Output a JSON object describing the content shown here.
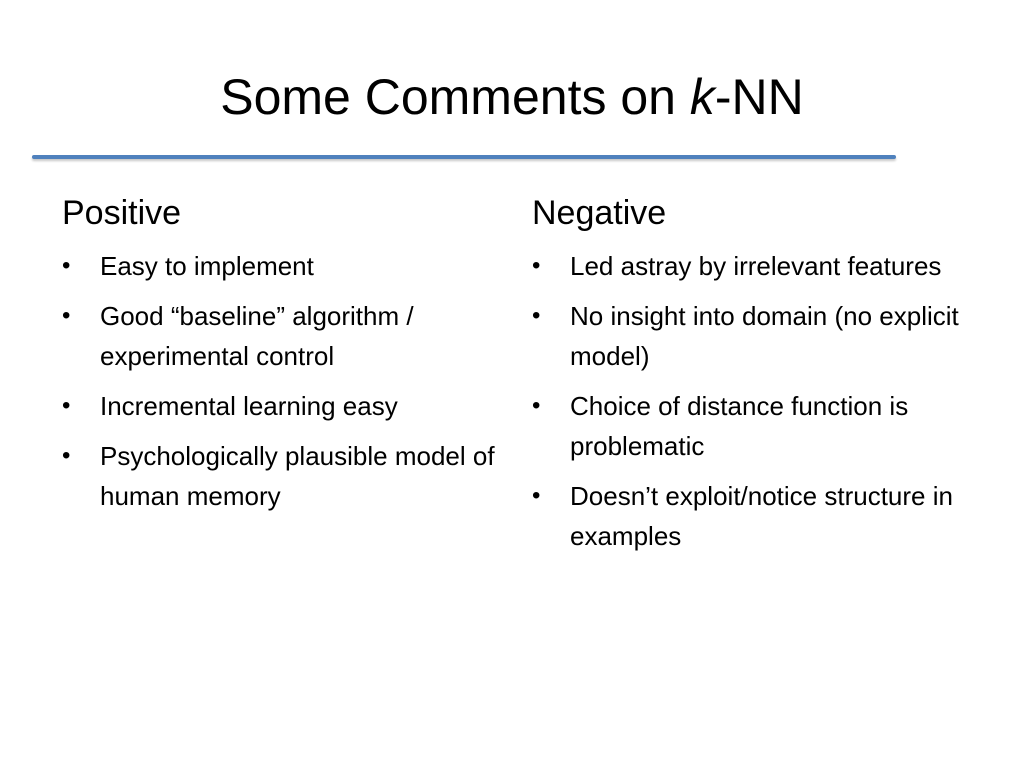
{
  "slide": {
    "title_prefix": "Some Comments on ",
    "title_italic": "k",
    "title_suffix": "-NN",
    "rule_color": "#4f81bd",
    "columns": [
      {
        "heading": "Positive",
        "items": [
          "Easy to implement",
          "Good “baseline” algorithm / experimental control",
          "Incremental learning easy",
          "Psychologically plausible model of human memory"
        ]
      },
      {
        "heading": "Negative",
        "items": [
          "Led astray by irrelevant features",
          "No insight into domain (no explicit model)",
          "Choice of distance function is problematic",
          "Doesn’t exploit/notice structure in examples"
        ]
      }
    ],
    "bullet_glyph": "•"
  }
}
